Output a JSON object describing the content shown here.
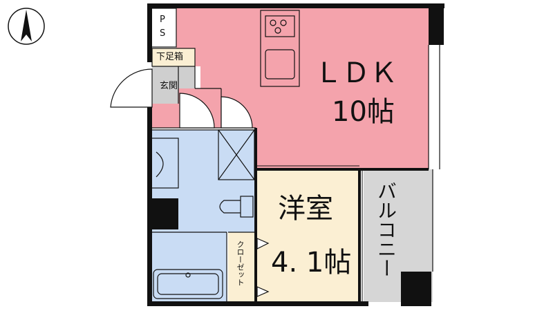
{
  "colors": {
    "ldk_fill": "#f4a3ac",
    "bath_fill": "#c9dcf4",
    "bedroom_fill": "#fbefd3",
    "balcony_fill": "#d6d6d6",
    "genkan_fill": "#cfcfcf",
    "wall": "#111111",
    "column": "#111111"
  },
  "icons": {
    "north": "north-arrow-icon"
  },
  "labels": {
    "ps_p": "P",
    "ps_s": "S",
    "shoe_box": "下足箱",
    "entrance": "玄関",
    "ldk_name": "ＬＤＫ",
    "ldk_size": "10帖",
    "bedroom_name": "洋室",
    "bedroom_size": "4. 1帖",
    "closet": "クローゼット",
    "balcony": "バルコニー"
  }
}
